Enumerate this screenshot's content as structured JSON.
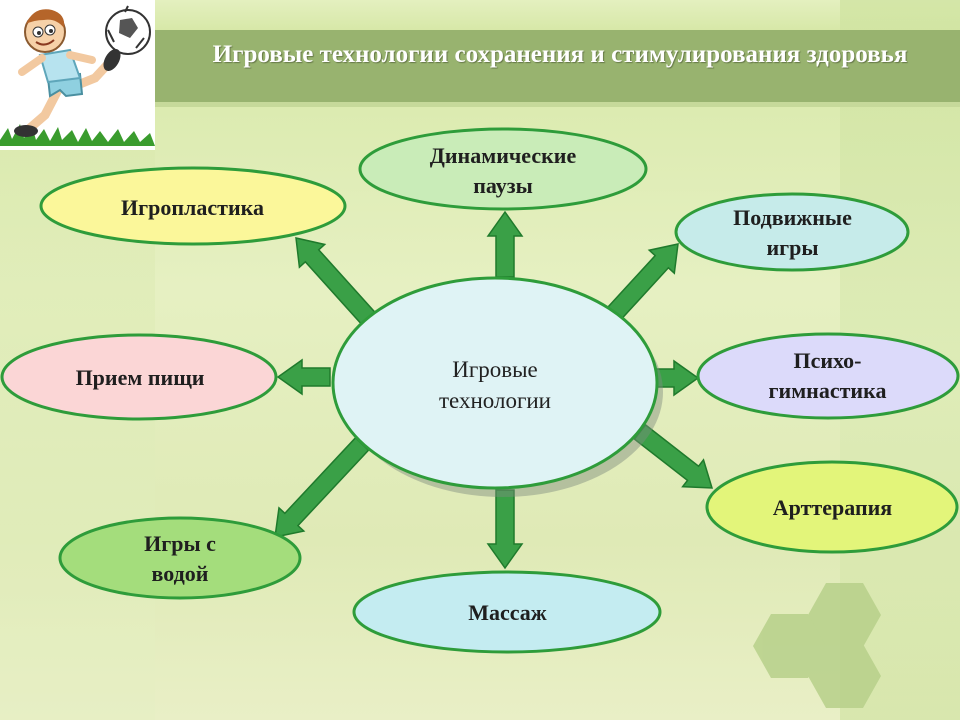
{
  "slide": {
    "title": "Игровые технологии сохранения и стимулирования здоровья"
  },
  "diagram": {
    "center": {
      "label": "Игровые\nтехнологии"
    },
    "nodes": [
      {
        "id": "igroplastika",
        "label": "Игропластика",
        "fill": "#fbf79a"
      },
      {
        "id": "dinamicheskie-pauzy",
        "label": "Динамические\nпаузы",
        "fill": "#c9ecb8"
      },
      {
        "id": "podvizhnye-igry",
        "label": "Подвижные\nигры",
        "fill": "#c6ebea"
      },
      {
        "id": "psikhogimnastika",
        "label": "Психо-\nгимнастика",
        "fill": "#dcdafa"
      },
      {
        "id": "artterapiya",
        "label": "Арттерапия",
        "fill": "#e3f57a"
      },
      {
        "id": "massazh",
        "label": "Массаж",
        "fill": "#c4ecf1"
      },
      {
        "id": "igry-s-vodoy",
        "label": "Игры с\nводой",
        "fill": "#a4dd7c"
      },
      {
        "id": "priem-pishchi",
        "label": "Прием пищи",
        "fill": "#fbd6d6"
      }
    ],
    "colors": {
      "node_border": "#2e9c3a",
      "arrow_fill": "#3aa047",
      "arrow_stroke": "#1f7a2c",
      "center_fill": "#dff3f5",
      "center_border": "#2e9c3a"
    }
  }
}
